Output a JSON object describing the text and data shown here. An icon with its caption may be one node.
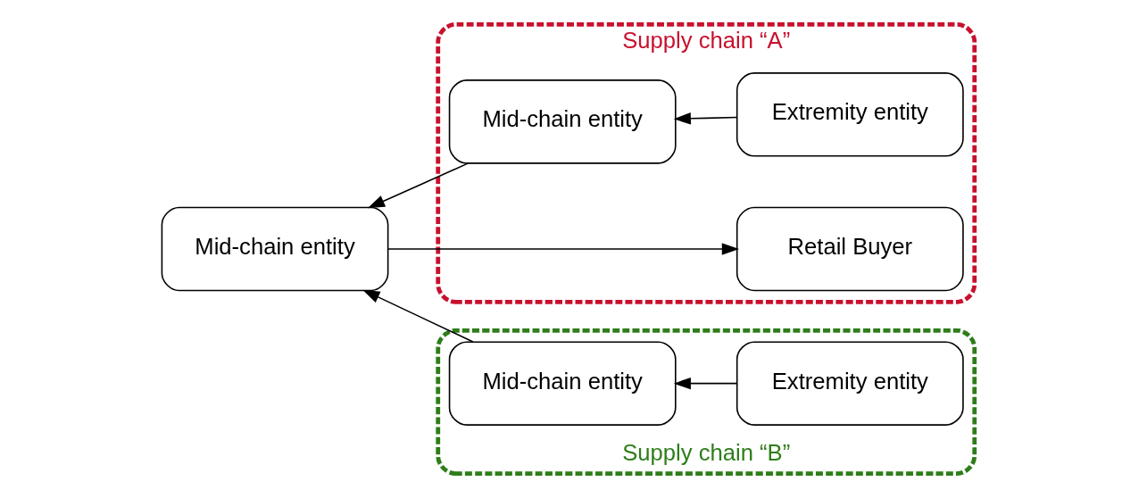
{
  "diagram": {
    "nodes": [
      {
        "text": [
          "Supply chain “A”"
        ]
      },
      {
        "text": [
          "Retail Buyer"
        ],
        "in": 0
      },
      {
        "text": [
          "Mid-chain entity"
        ]
      },
      {
        "text": [
          "Mid-chain entity"
        ],
        "in": 0
      },
      {
        "text": [
          "Extremity entity"
        ],
        "in": 0
      },
      {
        "text": [
          "Supply chain “B”"
        ]
      },
      {
        "text": [
          "Mid-chain entity"
        ],
        "in": 5
      },
      {
        "text": [
          "Extremity entity"
        ],
        "in": 5
      }
    ],
    "edges": [
      {
        "from": 2,
        "to": 1,
        "arrow": "to"
      },
      {
        "from": 3,
        "to": 2,
        "arrow": "to"
      },
      {
        "from": 4,
        "to": 3,
        "arrow": "to"
      },
      {
        "from": 6,
        "to": 2,
        "arrow": "to"
      },
      {
        "from": 7,
        "to": 6,
        "arrow": "to"
      }
    ]
  }
}
